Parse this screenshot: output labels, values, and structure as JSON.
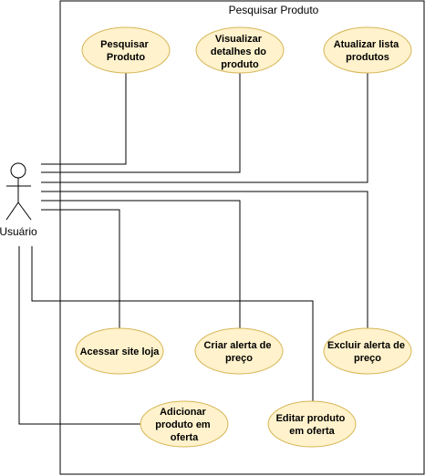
{
  "boundary": {
    "title": "Pesquisar Produto"
  },
  "actor": {
    "label": "Usuário"
  },
  "use_cases": [
    {
      "id": "uc1",
      "lines": [
        "Pesquisar",
        "Produto"
      ]
    },
    {
      "id": "uc2",
      "lines": [
        "Visualizar",
        "detalhes do",
        "produto"
      ]
    },
    {
      "id": "uc3",
      "lines": [
        "Atualizar lista",
        "produtos"
      ]
    },
    {
      "id": "uc4",
      "lines": [
        "Acessar site loja"
      ]
    },
    {
      "id": "uc5",
      "lines": [
        "Criar alerta de",
        "preço"
      ]
    },
    {
      "id": "uc6",
      "lines": [
        "Excluir alerta de",
        "preço"
      ]
    },
    {
      "id": "uc7",
      "lines": [
        "Adicionar",
        "produto em",
        "oferta"
      ]
    },
    {
      "id": "uc8",
      "lines": [
        "Editar produto",
        "em oferta"
      ]
    }
  ],
  "colors": {
    "use_case_fill": "#fff2cc",
    "use_case_stroke": "#d6b656",
    "line": "#000000"
  }
}
